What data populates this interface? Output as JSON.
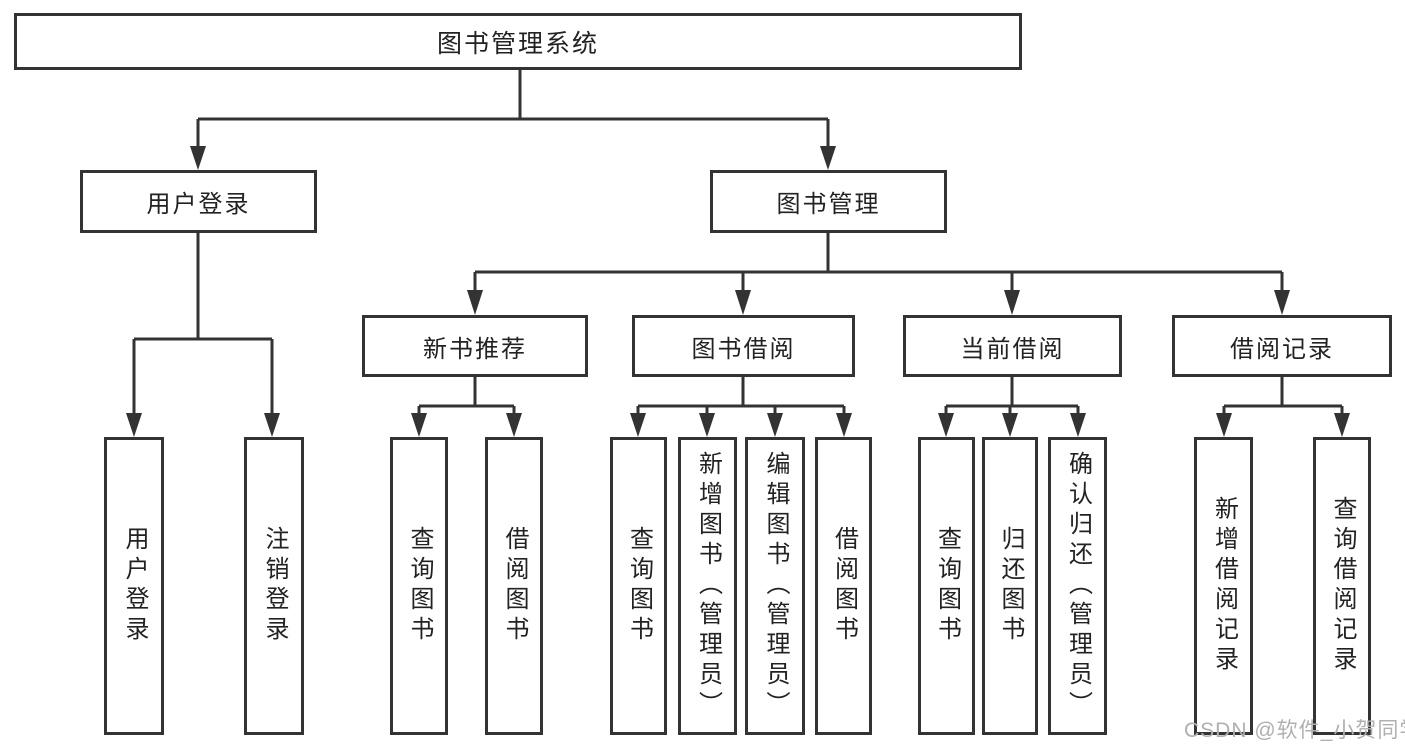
{
  "tree": {
    "root": {
      "label": "图书管理系统",
      "children": [
        {
          "label": "用户登录",
          "children": [
            {
              "label": "用户登录"
            },
            {
              "label": "注销登录"
            }
          ]
        },
        {
          "label": "图书管理",
          "children": [
            {
              "label": "新书推荐",
              "children": [
                {
                  "label": "查询图书"
                },
                {
                  "label": "借阅图书"
                }
              ]
            },
            {
              "label": "图书借阅",
              "children": [
                {
                  "label": "查询图书"
                },
                {
                  "label": "新增图书（管理员）"
                },
                {
                  "label": "编辑图书（管理员）"
                },
                {
                  "label": "借阅图书"
                }
              ]
            },
            {
              "label": "当前借阅",
              "children": [
                {
                  "label": "查询图书"
                },
                {
                  "label": "归还图书"
                },
                {
                  "label": "确认归还（管理员）"
                }
              ]
            },
            {
              "label": "借阅记录",
              "children": [
                {
                  "label": "新增借阅记录"
                },
                {
                  "label": "查询借阅记录"
                }
              ]
            }
          ]
        }
      ]
    }
  },
  "watermark": {
    "text": "CSDN @软件_小贺同学"
  },
  "colors": {
    "line": "#333333",
    "box_border": "#333333",
    "text": "#222222",
    "watermark": "#b0b0b0",
    "background": "#ffffff"
  }
}
